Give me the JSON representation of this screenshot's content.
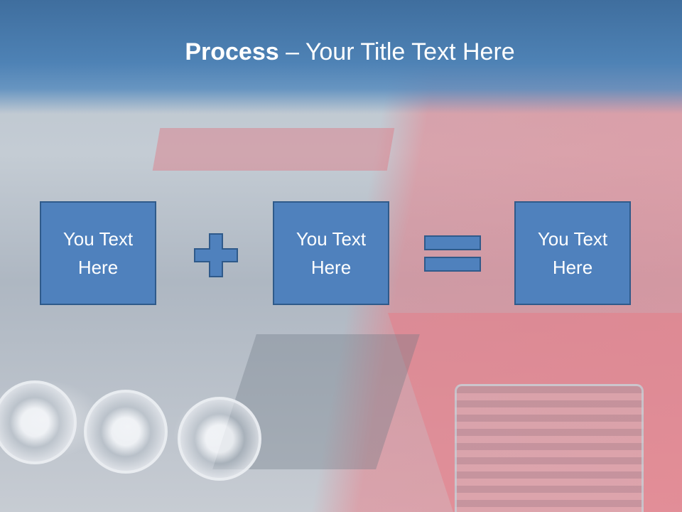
{
  "slide": {
    "title_bold": "Process",
    "title_rest": " – Your Title Text Here",
    "boxes": [
      {
        "text": "You Text\nHere"
      },
      {
        "text": "You Text\nHere"
      },
      {
        "text": "You Text\nHere"
      }
    ],
    "operators": {
      "plus": "plus-icon",
      "equals": "equals-icon"
    },
    "colors": {
      "accent": "#4f81bd",
      "accent_border": "#2f5a8a",
      "title_band": "#4e82b5"
    }
  }
}
